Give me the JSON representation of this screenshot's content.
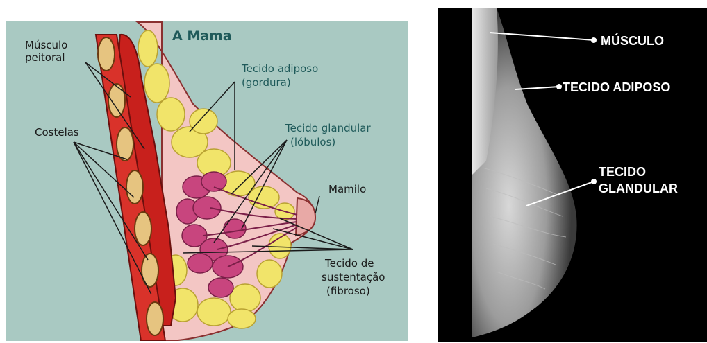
{
  "diagram": {
    "title": "A Mama",
    "labels": {
      "pectoral_1": "Músculo",
      "pectoral_2": "peitoral",
      "ribs": "Costelas",
      "adipose_1": "Tecido adiposo",
      "adipose_2": "(gordura)",
      "glandular_1": "Tecido glandular",
      "glandular_2": "(lóbulos)",
      "nipple": "Mamilo",
      "support_1": "Tecido de",
      "support_2": "sustentação",
      "support_3": "(fibroso)"
    }
  },
  "mammogram": {
    "labels": {
      "muscle": "MÚSCULO",
      "adipose": "TECIDO ADIPOSO",
      "glandular_1": "TECIDO",
      "glandular_2": "GLANDULAR"
    }
  },
  "colors": {
    "background_teal": "#a9c9c2",
    "muscle_red": "#c8201c",
    "fat_yellow": "#f1e46a",
    "gland_pink": "#c8457e",
    "skin_pink": "#f3c6c4",
    "xray_black": "#000000"
  }
}
